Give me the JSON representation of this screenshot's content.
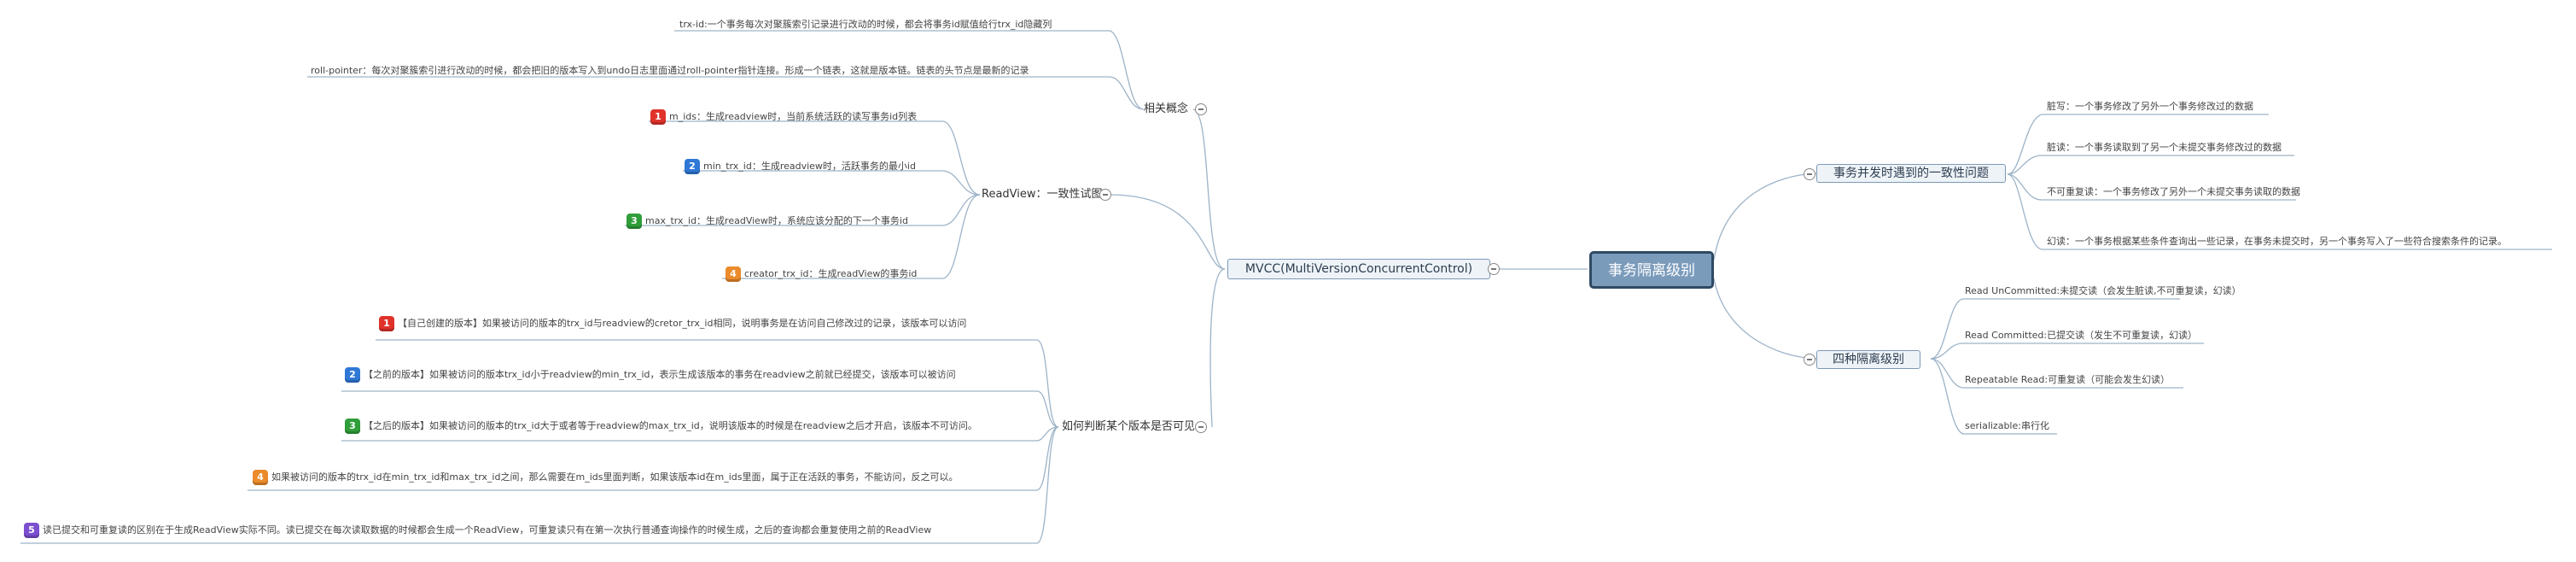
{
  "root": {
    "label": "事务隔离级别"
  },
  "right": {
    "consistency": {
      "label": "事务并发时遇到的一致性问题",
      "items": [
        "脏写：一个事务修改了另外一个事务修改过的数据",
        "脏读：一个事务读取到了另一个未提交事务修改过的数据",
        "不可重复读：一个事务修改了另外一个未提交事务读取的数据",
        "幻读：一个事务根据某些条件查询出一些记录，在事务未提交时，另一个事务写入了一些符合搜索条件的记录。"
      ]
    },
    "levels": {
      "label": "四种隔离级别",
      "items": [
        "Read UnCommitted:未提交读（会发生脏读,不可重复读，幻读）",
        "Read Committed:已提交读（发生不可重复读，幻读）",
        "Repeatable Read:可重复读（可能会发生幻读）",
        "serializable:串行化"
      ]
    }
  },
  "left": {
    "mvcc": {
      "label": "MVCC(MultiVersionConcurrentControl)"
    },
    "concepts": {
      "label": "相关概念",
      "items": [
        "trx-id:一个事务每次对聚簇索引记录进行改动的时候，都会将事务id赋值给行trx_id隐藏列",
        "roll-pointer：每次对聚簇索引进行改动的时候，都会把旧的版本写入到undo日志里面通过roll-pointer指针连接。形成一个链表，这就是版本链。链表的头节点是最新的记录"
      ]
    },
    "readview": {
      "label": "ReadView：一致性试图",
      "items": [
        {
          "badge": "1",
          "text": "m_ids：生成readview时，当前系统活跃的读写事务id列表"
        },
        {
          "badge": "2",
          "text": "min_trx_id：生成readview时，活跃事务的最小id"
        },
        {
          "badge": "3",
          "text": "max_trx_id：生成readView时，系统应该分配的下一个事务id"
        },
        {
          "badge": "4",
          "text": "creator_trx_id：生成readView的事务id"
        }
      ]
    },
    "visibility": {
      "label": "如何判断某个版本是否可见",
      "items": [
        {
          "badge": "1",
          "text": "【自己创建的版本】如果被访问的版本的trx_id与readview的cretor_trx_id相同，说明事务是在访问自己修改过的记录，该版本可以访问"
        },
        {
          "badge": "2",
          "text": "【之前的版本】如果被访问的版本trx_id小于readview的min_trx_id，表示生成该版本的事务在readview之前就已经提交，该版本可以被访问"
        },
        {
          "badge": "3",
          "text": "【之后的版本】如果被访问的版本的trx_id大于或者等于readview的max_trx_id，说明该版本的时候是在readview之后才开启，该版本不可访问。"
        },
        {
          "badge": "4",
          "text": "如果被访问的版本的trx_id在min_trx_id和max_trx_id之间，那么需要在m_ids里面判断，如果该版本id在m_ids里面，属于正在活跃的事务，不能访问，反之可以。"
        },
        {
          "badge": "5",
          "text": "读已提交和可重复读的区别在于生成ReadView实际不同。读已提交在每次读取数据的时候都会生成一个ReadView，可重复读只有在第一次执行普通查询操作的时候生成，之后的查询都会重复使用之前的ReadView"
        }
      ]
    }
  },
  "colors": {
    "line": "#9db3c8",
    "root_fill": "#7b9bbb",
    "root_border": "#2f4a63",
    "box_fill": "#eef3f8"
  }
}
